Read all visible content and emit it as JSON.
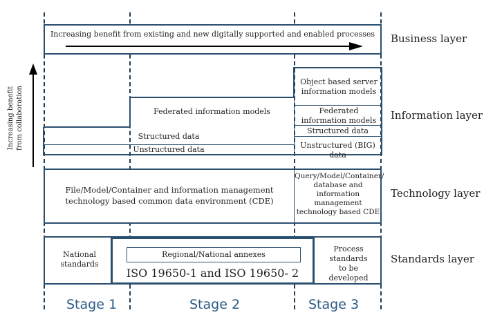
{
  "business": {
    "process_text": "Increasing benefit from existing and new digitally supported and enabled processes",
    "layer_label": "Business layer"
  },
  "collaboration_axis": {
    "label_line1": "Increasing benefit",
    "label_line2": "from collaboration"
  },
  "information": {
    "layer_label": "Information layer",
    "object_models": "Object based server information models",
    "federated_models_stage2": "Federated information models",
    "federated_models_stage3": "Federated information models",
    "structured_data": "Structured data",
    "unstructured_data": "Unstructured data",
    "structured_data_stage3": "Structured data",
    "unstructured_big_data": "Unstructured (BIG) data"
  },
  "technology": {
    "layer_label": "Technology layer",
    "cde_text": "File/Model/Container and information management technology based common data environment (CDE)",
    "stage3_text": "Query/Model/Container/ database and information management technology based CDE"
  },
  "standards": {
    "layer_label": "Standards layer",
    "national_standards": "National standards",
    "regional_annexes": "Regional/National annexes",
    "iso_text": "ISO 19650-1 and ISO 19650- 2",
    "process_standards": "Process standards to be developed"
  },
  "stages": [
    "Stage 1",
    "Stage 2",
    "Stage 3"
  ]
}
